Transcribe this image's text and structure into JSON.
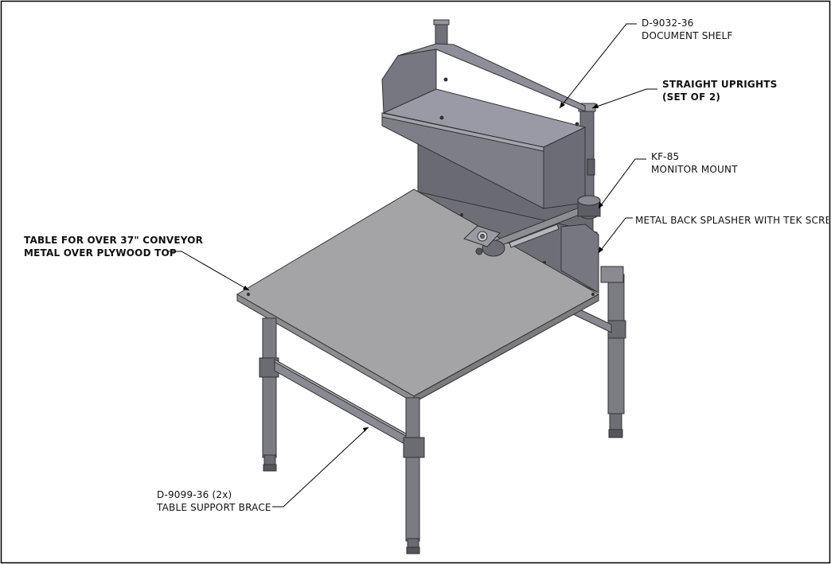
{
  "callouts": {
    "document_shelf": {
      "part": "D-9032-36",
      "desc": "DOCUMENT SHELF"
    },
    "uprights": {
      "line1": "STRAIGHT UPRIGHTS",
      "line2": "(SET OF 2)"
    },
    "monitor_mount": {
      "part": "KF-85",
      "desc": "MONITOR MOUNT"
    },
    "back_splasher": {
      "desc": "METAL BACK SPLASHER WITH TEK SCREWS"
    },
    "table_top": {
      "line1": "TABLE FOR OVER 37\" CONVEYOR",
      "line2": "METAL OVER PLYWOOD TOP"
    },
    "support_brace": {
      "part": "D-9099-36 (2x)",
      "desc": "TABLE SUPPORT BRACE"
    }
  },
  "colors": {
    "table_top": "#a4a4a6",
    "shelf_light": "#8f8f99",
    "shelf_dark": "#6a6a72",
    "metal": "#7b7b82",
    "leader": "#000000"
  }
}
